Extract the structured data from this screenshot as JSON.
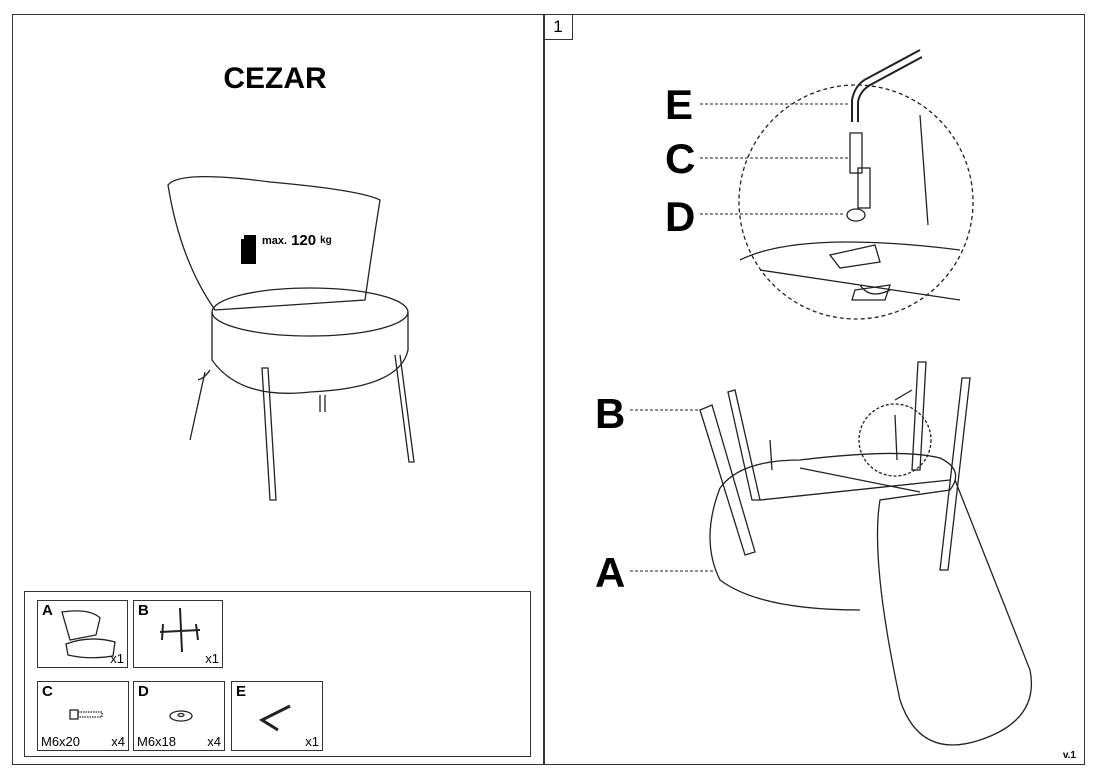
{
  "title": "CEZAR",
  "step_number": "1",
  "max_load": {
    "prefix": "max.",
    "value": "120",
    "unit": "kg"
  },
  "parts": [
    {
      "letter": "A",
      "qty": "x1",
      "size": ""
    },
    {
      "letter": "B",
      "qty": "x1",
      "size": ""
    },
    {
      "letter": "C",
      "qty": "x4",
      "size": "M6x20"
    },
    {
      "letter": "D",
      "qty": "x4",
      "size": "M6x18"
    },
    {
      "letter": "E",
      "qty": "x1",
      "size": ""
    }
  ],
  "callouts": [
    "E",
    "C",
    "D",
    "B",
    "A"
  ],
  "version": "v.1"
}
